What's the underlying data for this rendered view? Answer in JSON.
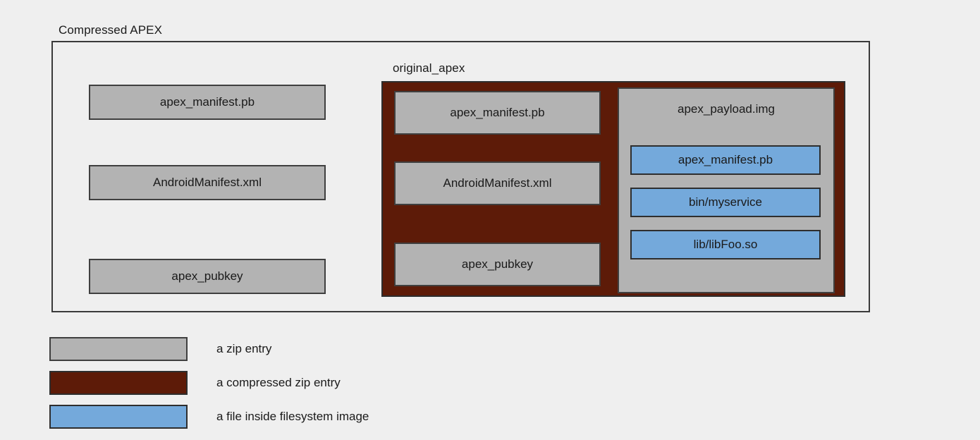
{
  "diagram": {
    "outer": {
      "label": "Compressed APEX",
      "entries": [
        {
          "label": "apex_manifest.pb",
          "kind": "zip-entry"
        },
        {
          "label": "AndroidManifest.xml",
          "kind": "zip-entry"
        },
        {
          "label": "apex_pubkey",
          "kind": "zip-entry"
        }
      ]
    },
    "inner": {
      "label": "original_apex",
      "kind": "compressed-zip-entry",
      "entries": [
        {
          "label": "apex_manifest.pb",
          "kind": "zip-entry"
        },
        {
          "label": "AndroidManifest.xml",
          "kind": "zip-entry"
        },
        {
          "label": "apex_pubkey",
          "kind": "zip-entry"
        }
      ],
      "payload": {
        "label": "apex_payload.img",
        "kind": "zip-entry",
        "files": [
          {
            "label": "apex_manifest.pb",
            "kind": "filesystem-file"
          },
          {
            "label": "bin/myservice",
            "kind": "filesystem-file"
          },
          {
            "label": "lib/libFoo.so",
            "kind": "filesystem-file"
          }
        ]
      }
    }
  },
  "legend": {
    "items": [
      {
        "label": "a zip entry",
        "color": "#b3b3b3"
      },
      {
        "label": "a compressed zip entry",
        "color": "#5d1b08"
      },
      {
        "label": "a file inside filesystem image",
        "color": "#74a9db"
      }
    ]
  },
  "colors": {
    "background": "#efefef",
    "zip_entry": "#b3b3b3",
    "compressed_zip_entry": "#5d1b08",
    "filesystem_file": "#74a9db",
    "border": "#3f3f3f",
    "text": "#1a1a1a"
  }
}
